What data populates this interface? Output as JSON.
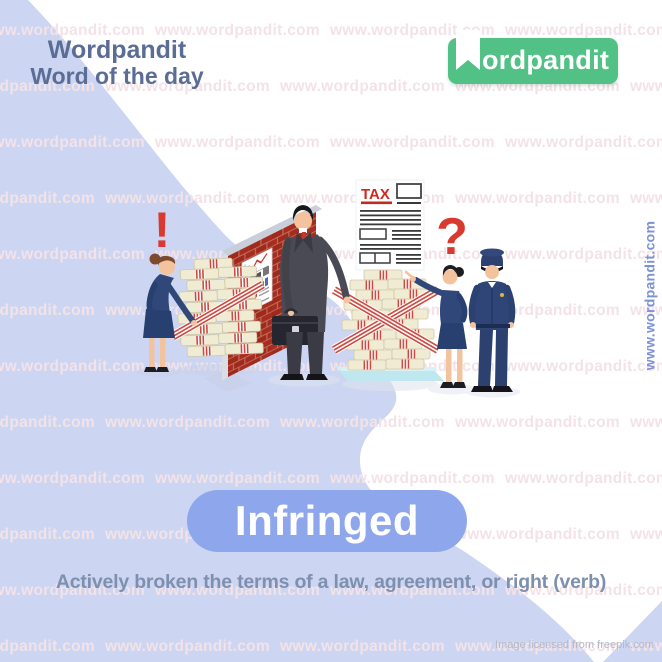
{
  "header": {
    "brand": "Wordpandit",
    "subtitle": "Word of the day"
  },
  "logo": {
    "label": "ordpandit",
    "icon": "bookmark-ribbon-icon",
    "bg_color": "#52c185",
    "text_color": "#ffffff"
  },
  "watermark": {
    "text": "www.wordpandit.com",
    "vertical_text": "www.wordpandit.com"
  },
  "illustration": {
    "description": "Isometric scene: tax inspector finds money stacks hidden behind a brick wall, businessman with briefcase, inspector pointing at tax document, police officer",
    "exclamation_mark": "!",
    "question_mark": "?",
    "tax_document_label": "TAX"
  },
  "word_card": {
    "word": "Infringed",
    "bg_color": "#8ea6ec",
    "text_color": "#ffffff"
  },
  "definition": {
    "text": "Actively broken the terms of a law, agreement, or right (verb)"
  },
  "credit": {
    "text": "Image licensed from freepik.com"
  },
  "colors": {
    "background_accent": "#ccd6f2",
    "heading_text": "#5b6d95",
    "brand_green": "#52c185",
    "pill_blue": "#8ea6ec",
    "definition_text": "#7e90ae",
    "alert_red": "#d93a2f",
    "brick_red": "#a02b1e",
    "uniform_navy": "#2f4577",
    "suit_gray": "#4a4a54",
    "money_cream": "#f0ecd4",
    "watermark_pink": "#f3e2e7",
    "watermark_blue": "#7c92d6",
    "credit_gray": "#b5b9c5"
  }
}
